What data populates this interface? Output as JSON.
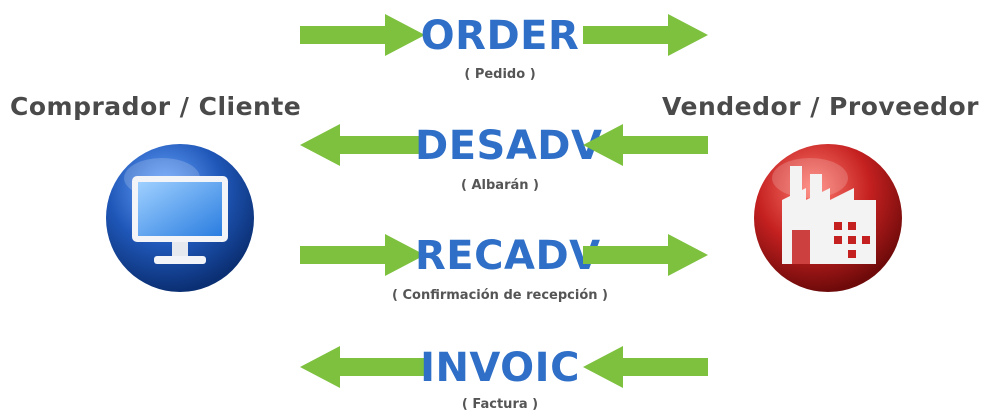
{
  "parties": {
    "buyer": "Comprador  /  Cliente",
    "seller": "Vendedor  /  Proveedor"
  },
  "icons": {
    "buyer": "computer-monitor-icon",
    "seller": "factory-icon"
  },
  "messages": [
    {
      "code": "ORDER",
      "description": "( Pedido )",
      "direction": "buyer-to-seller"
    },
    {
      "code": "DESADV",
      "description": "( Albarán )",
      "direction": "seller-to-buyer"
    },
    {
      "code": "RECADV",
      "description": "( Confirmación de recepción )",
      "direction": "buyer-to-seller"
    },
    {
      "code": "INVOIC",
      "description": "( Factura )",
      "direction": "seller-to-buyer"
    }
  ],
  "colors": {
    "message_code": "#2f6fc7",
    "arrow": "#7dc13f",
    "buyer_icon": "#1f57b8",
    "seller_icon": "#c42020",
    "party_label": "#4a4a4a"
  }
}
